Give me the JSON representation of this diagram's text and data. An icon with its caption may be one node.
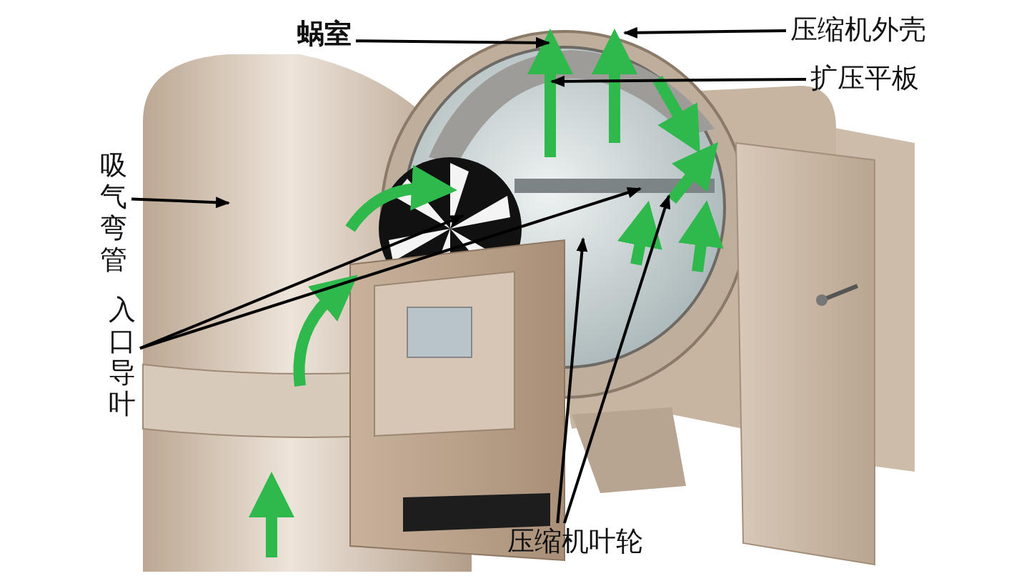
{
  "diagram": {
    "nodes": [
      {
        "text": [
          "蜗室"
        ]
      },
      {
        "text": [
          "压缩机外壳"
        ]
      },
      {
        "text": [
          "扩压平板"
        ]
      },
      {
        "text": [
          "吸气弯管"
        ]
      },
      {
        "text": [
          "入口导叶"
        ]
      },
      {
        "text": [
          "压缩机叶轮"
        ]
      }
    ],
    "edges": [
      {
        "from": 0,
        "to": null,
        "arrow": "to"
      },
      {
        "from": 1,
        "to": null,
        "arrow": "to"
      },
      {
        "from": 2,
        "to": null,
        "arrow": "to"
      },
      {
        "from": 3,
        "to": null,
        "arrow": "to"
      },
      {
        "from": 4,
        "to": null,
        "arrow": "to"
      },
      {
        "from": 4,
        "to": null,
        "arrow": "to"
      },
      {
        "from": 5,
        "to": null,
        "arrow": "to"
      },
      {
        "from": 5,
        "to": null,
        "arrow": "to"
      }
    ]
  }
}
